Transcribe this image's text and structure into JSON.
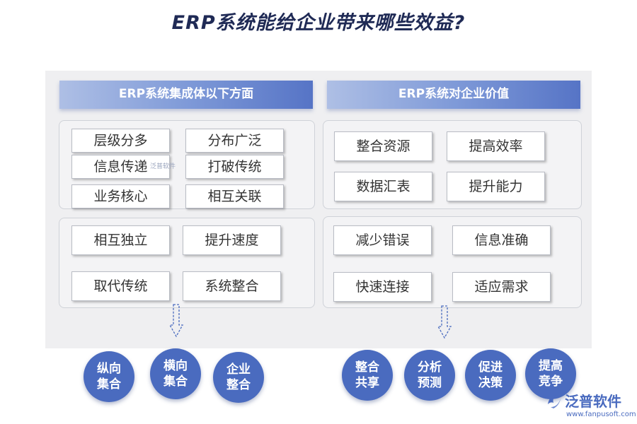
{
  "title": "ERP系统能给企业带来哪些效益?",
  "left": {
    "header": "ERP系统集成体以下方面",
    "group1": [
      "层级分多",
      "分布广泛",
      "信息传递",
      "打破传统",
      "业务核心",
      "相互关联"
    ],
    "group2": [
      "相互独立",
      "提升速度",
      "取代传统",
      "系统整合"
    ],
    "circles": [
      [
        "纵向",
        "集合"
      ],
      [
        "横向",
        "集合"
      ],
      [
        "企业",
        "整合"
      ]
    ]
  },
  "right": {
    "header": "ERP系统对企业价值",
    "group1": [
      "整合资源",
      "提高效率",
      "数据汇表",
      "提升能力"
    ],
    "group2": [
      "减少错误",
      "信息准确",
      "快速连接",
      "适应需求"
    ],
    "circles": [
      [
        "整合",
        "共享"
      ],
      [
        "分析",
        "预测"
      ],
      [
        "促进",
        "决策"
      ],
      [
        "提高",
        "竞争"
      ]
    ]
  },
  "watermark": "泛普软件",
  "logo": {
    "name": "泛普软件",
    "url": "www.fanpusoft.com"
  },
  "colors": {
    "accent": "#4a6bbf",
    "title": "#1f2a55",
    "panel": "#efeff1"
  }
}
